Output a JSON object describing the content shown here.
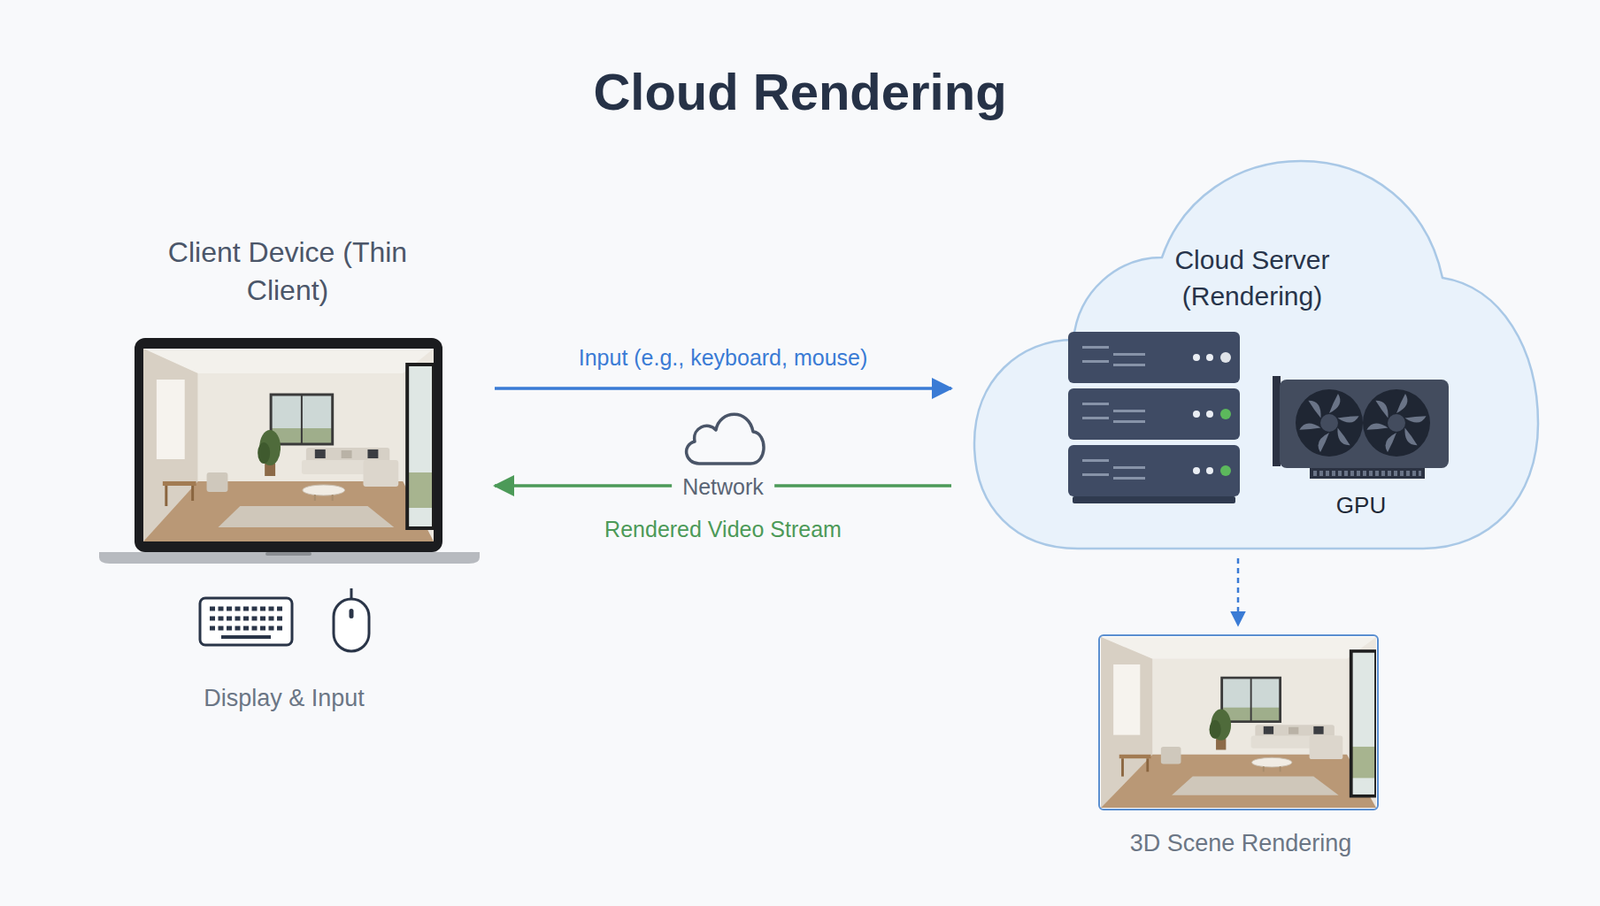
{
  "diagram": {
    "title": "Cloud Rendering",
    "nodes": [
      {
        "text": [
          "Client Device (Thin Client)",
          "Display & Input"
        ]
      },
      {
        "text": [
          "Cloud Server (Rendering)",
          "GPU"
        ]
      },
      {
        "text": [
          "3D Scene Rendering"
        ]
      }
    ],
    "edges": [
      {
        "from": 0,
        "to": 1,
        "arrow": "to",
        "label": "Input (e.g., keyboard, mouse)"
      },
      {
        "from": 1,
        "to": 0,
        "arrow": "to",
        "label": "Rendered Video Stream"
      },
      {
        "from": 1,
        "to": 2,
        "arrow": "to"
      }
    ],
    "labels": [
      "Network"
    ]
  }
}
